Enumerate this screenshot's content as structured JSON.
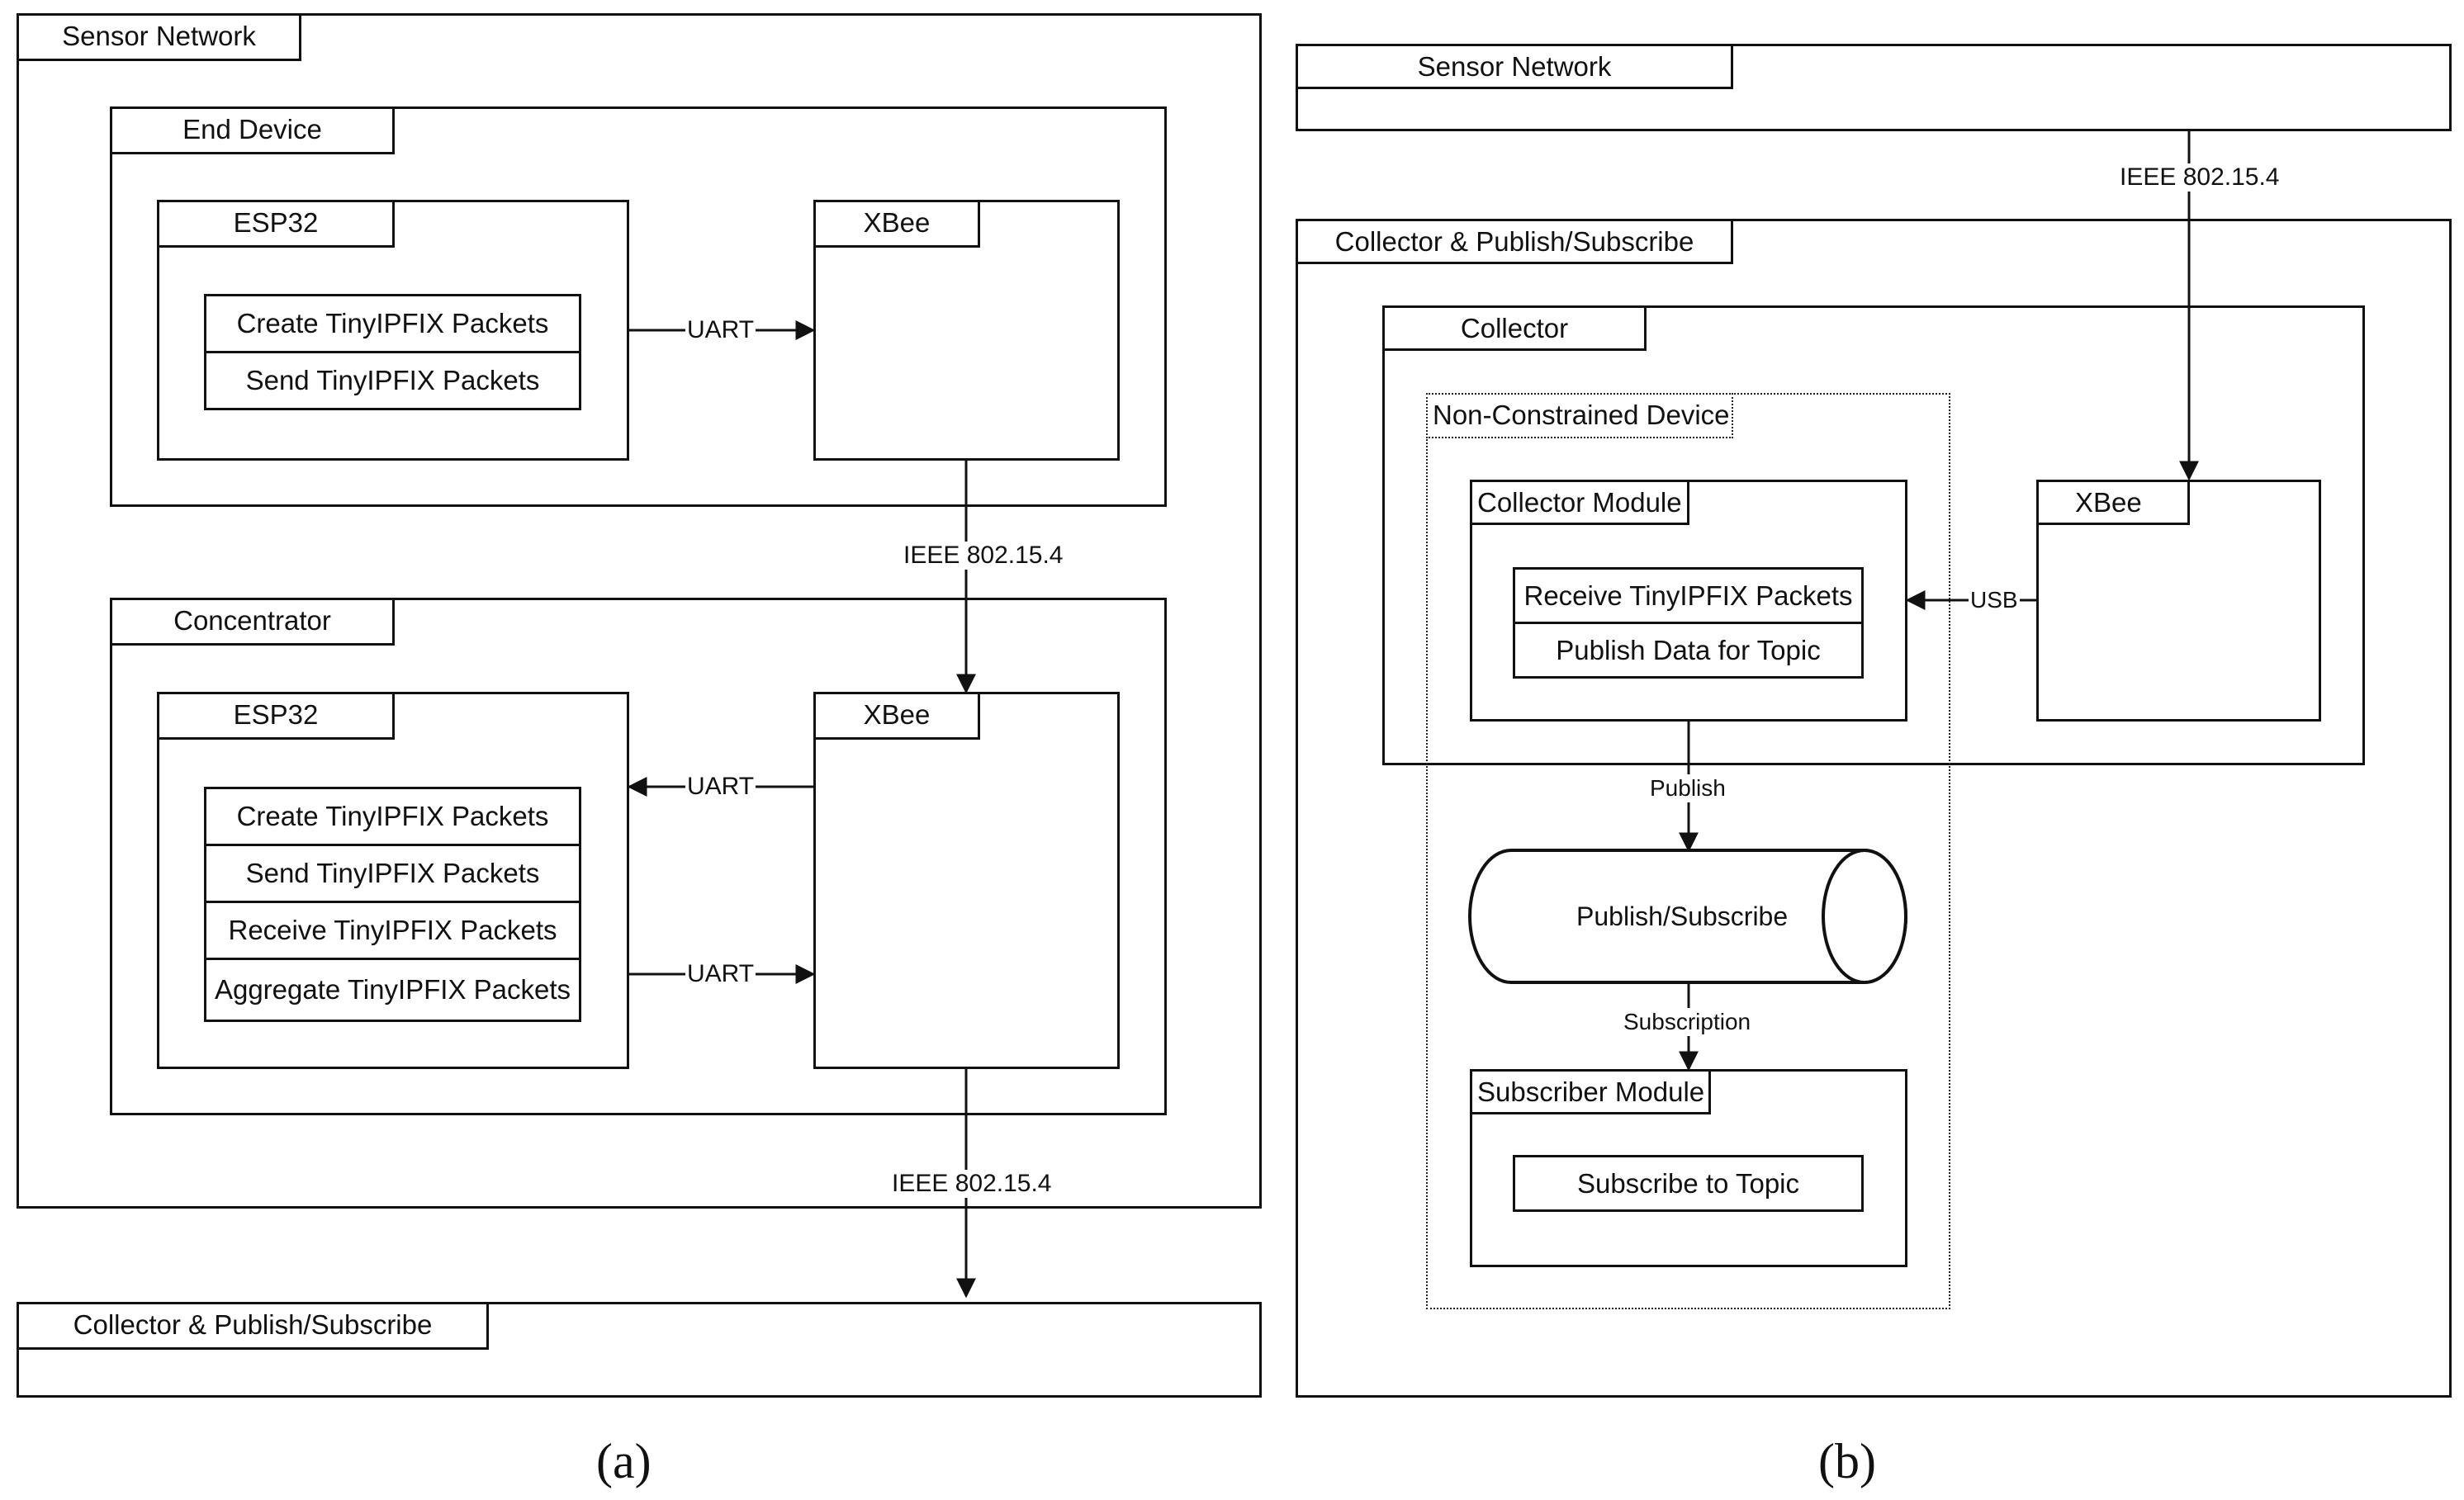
{
  "panel_a": {
    "sensor_network": {
      "title": "Sensor Network"
    },
    "end_device": {
      "title": "End Device",
      "esp32": {
        "title": "ESP32",
        "ops": [
          "Create TinyIPFIX Packets",
          "Send TinyIPFIX Packets"
        ]
      },
      "xbee": {
        "title": "XBee"
      },
      "link_label": "UART"
    },
    "radio_link_1": "IEEE 802.15.4",
    "concentrator": {
      "title": "Concentrator",
      "esp32": {
        "title": "ESP32",
        "ops": [
          "Create TinyIPFIX Packets",
          "Send TinyIPFIX Packets",
          "Receive TinyIPFIX Packets",
          "Aggregate TinyIPFIX Packets"
        ]
      },
      "xbee": {
        "title": "XBee"
      },
      "link_in_label": "UART",
      "link_out_label": "UART"
    },
    "radio_link_2": "IEEE 802.15.4",
    "collector_box": {
      "title": "Collector & Publish/Subscribe"
    },
    "caption": "(a)"
  },
  "panel_b": {
    "sensor_network": {
      "title": "Sensor Network"
    },
    "radio_link": "IEEE 802.15.4",
    "collector_pubsub": {
      "title": "Collector & Publish/Subscribe"
    },
    "collector": {
      "title": "Collector"
    },
    "non_constrained": {
      "title": "Non-Constrained Device"
    },
    "collector_module": {
      "title": "Collector Module",
      "ops": [
        "Receive TinyIPFIX Packets",
        "Publish Data for Topic"
      ]
    },
    "xbee": {
      "title": "XBee"
    },
    "usb_label": "USB",
    "publish_label": "Publish",
    "pubsub": {
      "label": "Publish/Subscribe"
    },
    "subscription_label": "Subscription",
    "subscriber_module": {
      "title": "Subscriber Module",
      "ops": [
        "Subscribe to Topic"
      ]
    },
    "caption": "(b)"
  }
}
